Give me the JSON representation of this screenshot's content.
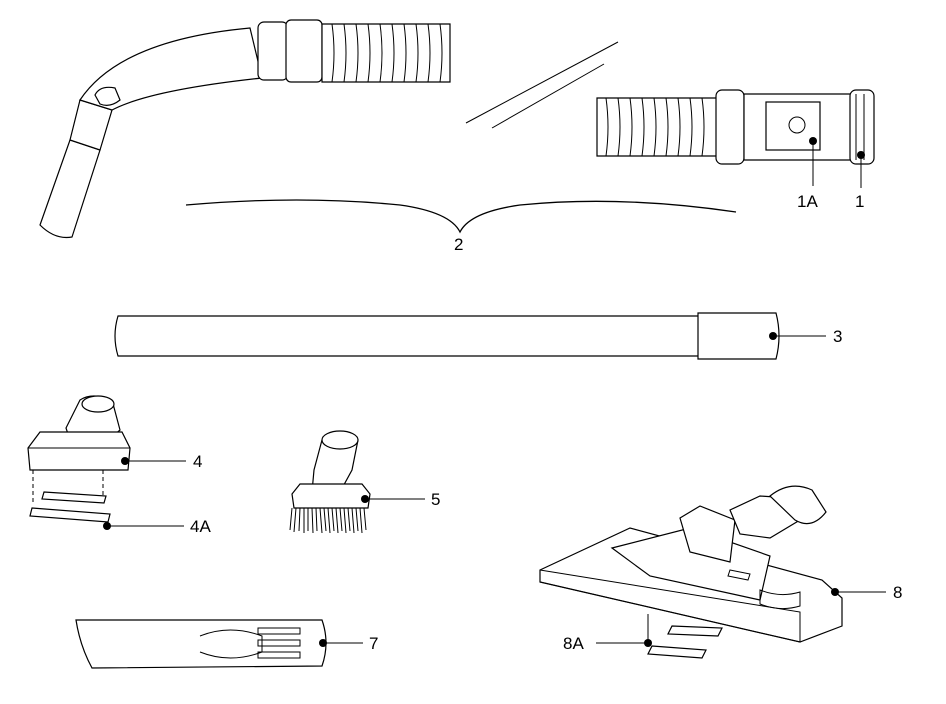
{
  "callouts": {
    "c1": "1",
    "c1a": "1A",
    "c2": "2",
    "c3": "3",
    "c4": "4",
    "c4a": "4A",
    "c5": "5",
    "c7": "7",
    "c8": "8",
    "c8a": "8A"
  },
  "colors": {
    "line": "#000000",
    "background": "#ffffff"
  }
}
